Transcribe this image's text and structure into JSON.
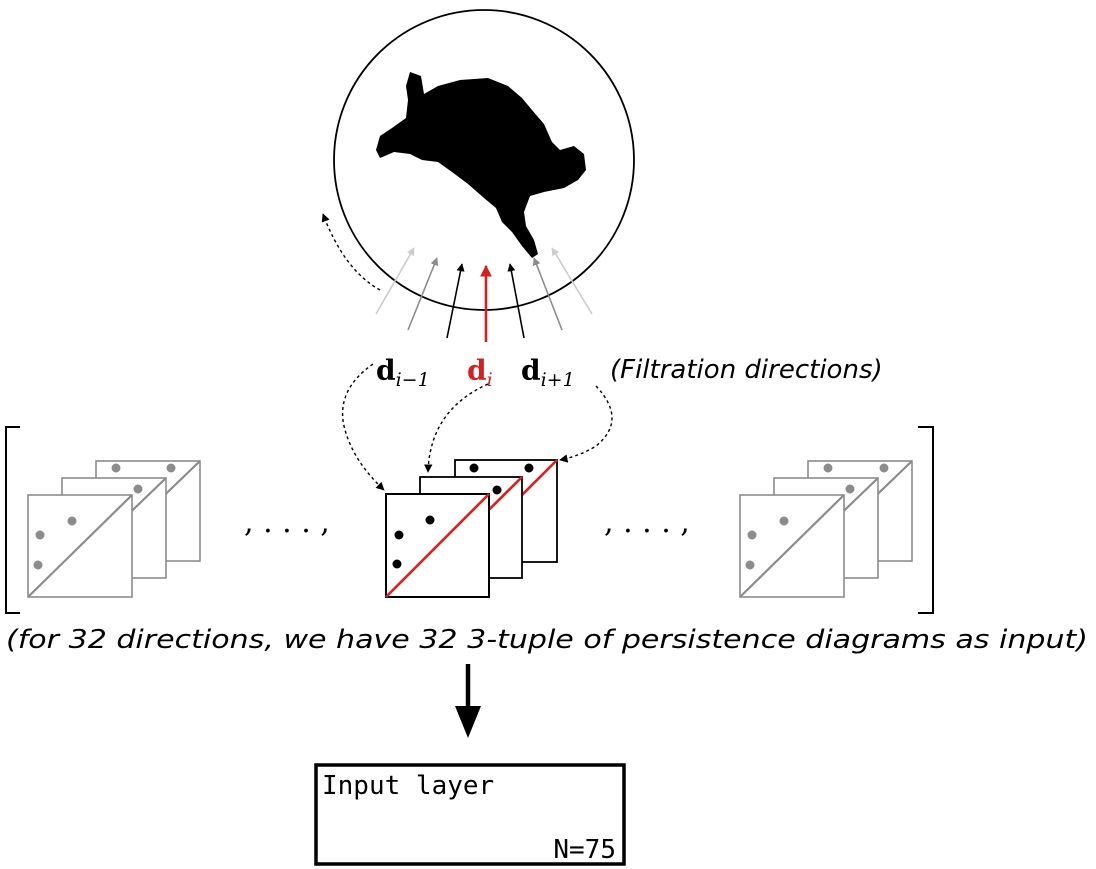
{
  "directions": {
    "prev": {
      "base": "d",
      "sub": "i−1"
    },
    "current": {
      "base": "d",
      "sub": "i"
    },
    "next": {
      "base": "d",
      "sub": "i+1"
    },
    "label": "(Filtration directions)"
  },
  "ellipsis_left": ", . . . ,",
  "ellipsis_right": ", . . . ,",
  "caption": "(for 32 directions, we have 32 3-tuple of persistence diagrams as input)",
  "input_layer": {
    "title": "Input layer",
    "size": "N=75"
  },
  "colors": {
    "highlight": "#d42020",
    "inactive": "#8c8c8c",
    "faint": "#cccccc",
    "ink": "#000000"
  }
}
